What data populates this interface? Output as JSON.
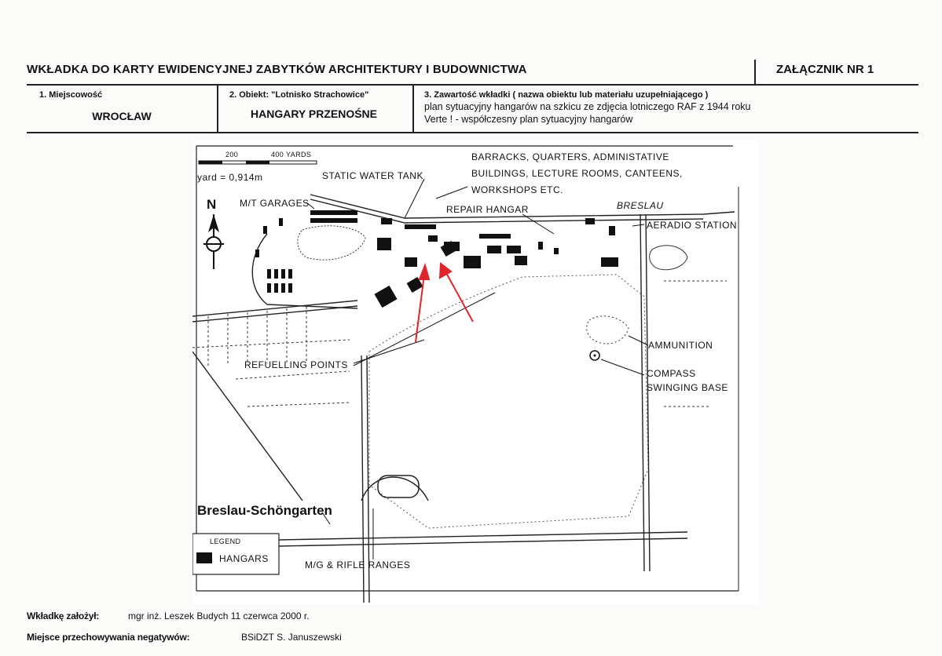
{
  "header": {
    "title": "WKŁADKA DO KARTY EWIDENCYJNEJ ZABYTKÓW ARCHITEKTURY I BUDOWNICTWA",
    "annex": "ZAŁĄCZNIK NR 1"
  },
  "fields": {
    "locality_label": "1. Miejscowość",
    "locality_value": "WROCŁAW",
    "object_label": "2. Obiekt: \"Lotnisko Strachowice\"",
    "object_value": "HANGARY PRZENOŚNE",
    "content_label": "3. Zawartość wkładki ( nazwa obiektu lub materiału uzupełniającego )",
    "content_line1": "plan sytuacyjny hangarów na szkicu ze zdjęcia lotniczego RAF z 1944 roku",
    "content_line2": "Verte ! - współczesny plan sytuacyjny hangarów"
  },
  "map": {
    "scale_200": "200",
    "scale_400": "400 YARDS",
    "yard_note": "yard = 0,914m",
    "north": "N",
    "mt_garages": "M/T GARAGES",
    "static_water_tank": "STATIC WATER TANK",
    "barracks_line1": "BARRACKS, QUARTERS, ADMINISTATIVE",
    "barracks_line2": "BUILDINGS, LECTURE ROOMS, CANTEENS,",
    "barracks_line3": "WORKSHOPS ETC.",
    "repair_hangar": "REPAIR HANGAR",
    "breslau": "BRESLAU",
    "aeradio_station": "AERADIO STATION",
    "ammunition": "AMMUNITION",
    "compass_line1": "COMPASS",
    "compass_line2": "SWINGING BASE",
    "refuelling_points": "REFUELLING POINTS",
    "place_name": "Breslau-Schöngarten",
    "legend_title": "LEGEND",
    "legend_hangars": "HANGARS",
    "mg_ranges": "M/G & RIFLE RANGES"
  },
  "footer": {
    "author_label": "Wkładkę założył:",
    "author_value": "mgr inż. Leszek Budych  11 czerwca 2000 r.",
    "storage_label": "Miejsce przechowywania negatywów:",
    "storage_value": "BSiDZT S. Januszewski"
  },
  "colors": {
    "ink": "#111111",
    "arrow_red": "#e0262c"
  }
}
